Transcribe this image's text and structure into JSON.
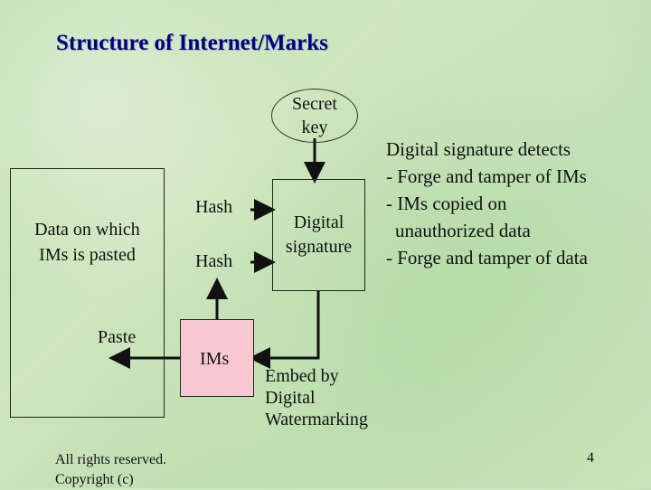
{
  "slide": {
    "title": "Structure of Internet/Marks",
    "page_number": "4",
    "footer_line1": "All rights reserved.",
    "footer_line2": "Copyright (c)"
  },
  "diagram": {
    "secret_key_line1": "Secret",
    "secret_key_line2": "key",
    "data_box_line1": "Data on which",
    "data_box_line2": "IMs is pasted",
    "hash_top": "Hash",
    "hash_bottom": "Hash",
    "signature_line1": "Digital",
    "signature_line2": "signature",
    "paste_label": "Paste",
    "ims_label": "IMs",
    "embed_line1": "Embed by",
    "embed_line2": "Digital",
    "embed_line3": "Watermarking",
    "ims_box_color": "#f8c8d0"
  },
  "notes": {
    "heading": "Digital signature detects",
    "items": [
      "- Forge and tamper of IMs",
      "- IMs copied on",
      "unauthorized data",
      "- Forge and tamper of data"
    ]
  }
}
